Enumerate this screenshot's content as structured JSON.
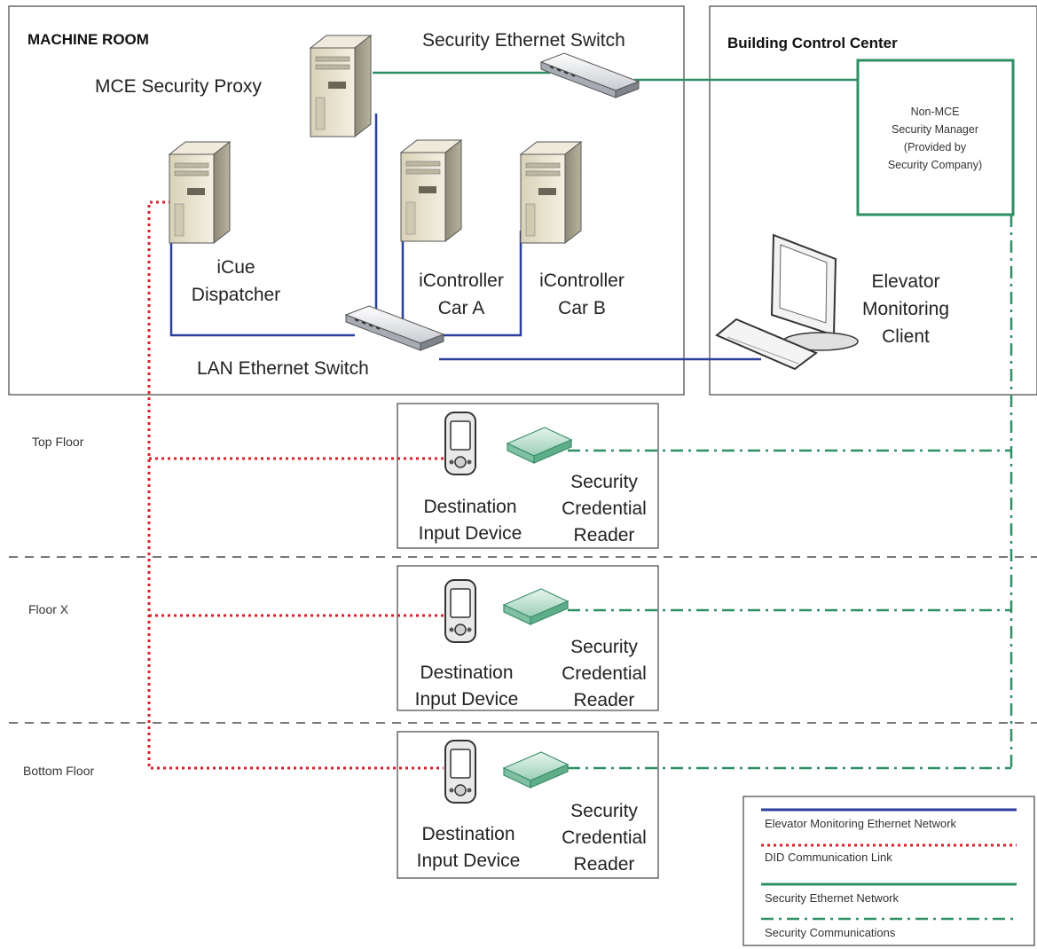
{
  "rooms": {
    "machine_room": "MACHINE ROOM",
    "building_control_center": "Building Control Center"
  },
  "devices": {
    "security_ethernet_switch": "Security Ethernet Switch",
    "mce_security_proxy": "MCE Security Proxy",
    "icue_dispatcher": [
      "iCue",
      "Dispatcher"
    ],
    "icontroller_car_a": [
      "iController",
      "Car A"
    ],
    "icontroller_car_b": [
      "iController",
      "Car B"
    ],
    "lan_ethernet_switch": "LAN Ethernet Switch",
    "security_manager": [
      "Non-MCE",
      "Security Manager",
      "(Provided by",
      "Security Company)"
    ],
    "elevator_monitoring_client": [
      "Elevator",
      "Monitoring",
      "Client"
    ]
  },
  "floors": [
    {
      "label": "Top Floor",
      "did": [
        "Destination",
        "Input Device"
      ],
      "reader": [
        "Security",
        "Credential",
        "Reader"
      ]
    },
    {
      "label": "Floor X",
      "did": [
        "Destination",
        "Input Device"
      ],
      "reader": [
        "Security",
        "Credential",
        "Reader"
      ]
    },
    {
      "label": "Bottom Floor",
      "did": [
        "Destination",
        "Input Device"
      ],
      "reader": [
        "Security",
        "Credential",
        "Reader"
      ]
    }
  ],
  "legend": [
    {
      "label": "Elevator Monitoring Ethernet Network",
      "color": "#2b3f9e",
      "style": "solid"
    },
    {
      "label": "DID Communication Link",
      "color": "#d9202a",
      "style": "dotted"
    },
    {
      "label": "Security Ethernet Network",
      "color": "#2e8f63",
      "style": "solid"
    },
    {
      "label": "Security Communications",
      "color": "#2e8f63",
      "style": "dashdot"
    }
  ]
}
